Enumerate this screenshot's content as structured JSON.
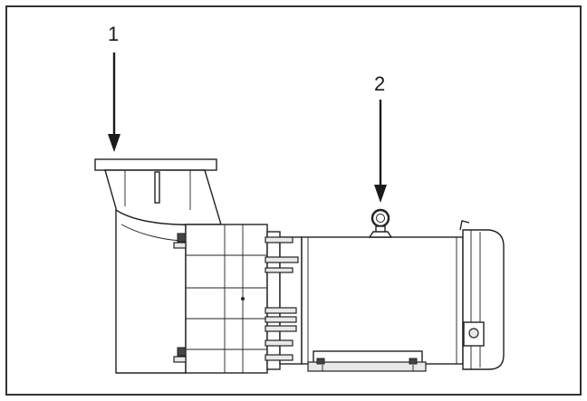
{
  "callouts": [
    {
      "label": "1",
      "target": "suction-flange"
    },
    {
      "label": "2",
      "target": "lifting-eyebolt"
    }
  ],
  "colors": {
    "stroke": "#222222",
    "frame": "#333333",
    "background": "#ffffff"
  }
}
